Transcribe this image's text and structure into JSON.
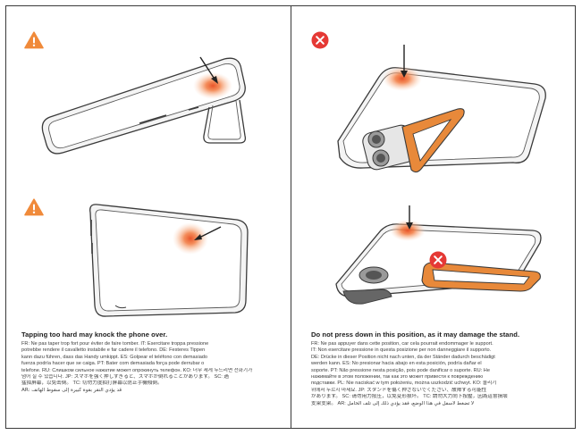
{
  "colors": {
    "warning": "#F08A3A",
    "error": "#E53935",
    "glow": "#F26B2A",
    "stand_orange": "#E8893A",
    "line": "#3a3a3a"
  },
  "icons": {
    "warning": "warning-triangle-icon",
    "error": "error-x-circle-icon"
  },
  "left": {
    "title": "Tapping too hard may knock the phone over.",
    "body_lines": [
      "FR: Ne pas taper trop fort pour éviter de faire tomber.  IT: Esercitare troppa pressione",
      "potrebbe rendere il cavalletto instabile e far cadere il telefono.  DE: Festeres Tippen",
      "kann dazu führen, dass das Handy umkippt.  ES: Golpear el teléfono con demasiado",
      "fuerza podría hacer que se caiga.  PT: Bater com demasiada força pode derrubar o",
      "telefone.  RU: Слишком сильное нажатие может опрокинуть телефон.  KO: 너무 세게 두드리면 전화기가",
      "넘어 질 수 있습니다.  JP: スマホを強く押しすぎると、スマホが倒れることがあります。 SC: 過",
      "猛拍屏幕，以免击倒。 TC: 切勿力度拍打屏幕以防止手機傾倒。",
      "AR: قد يؤدي النقر بقوة كبيرة إلى سقوط الهاتف"
    ]
  },
  "right": {
    "title": "Do not press down in this position, as it may damage the stand.",
    "body_lines": [
      "FR: Ne pas appuyer dans cette position, car cela pourrait endommager le support.",
      "IT: Non esercitare pressione in questa posizione per non danneggiare il supporto.",
      "DE: Drücke in dieser Position nicht nach unten, da der Ständer dadurch beschädigt",
      "werden kann.  ES: No presionar hacia abajo en esta posición, podría dañar el",
      "soporte.  PT: Não pressione nesta posição, pois pode danificar o suporte.  RU: Не",
      "нажимайте в этом положении, так как это может привести к повреждению",
      "подставки.  PL: Nie naciskać w tym położeniu, można uszkodzić uchwyt.  KO: 올리기",
      "위에서 누르지 마세요.  JP: スタンドを傷く押さないでください、故障する可能性",
      "があります。 SC: 请勿用力按压，以免变形损坏。 TC: 請勿大力向下按壓，因為這會損壞",
      "支架支架。  AR: لا تضغط لأسفل في هذا الوضع، فقد يؤدي ذلك إلى تلف الحامل"
    ]
  }
}
